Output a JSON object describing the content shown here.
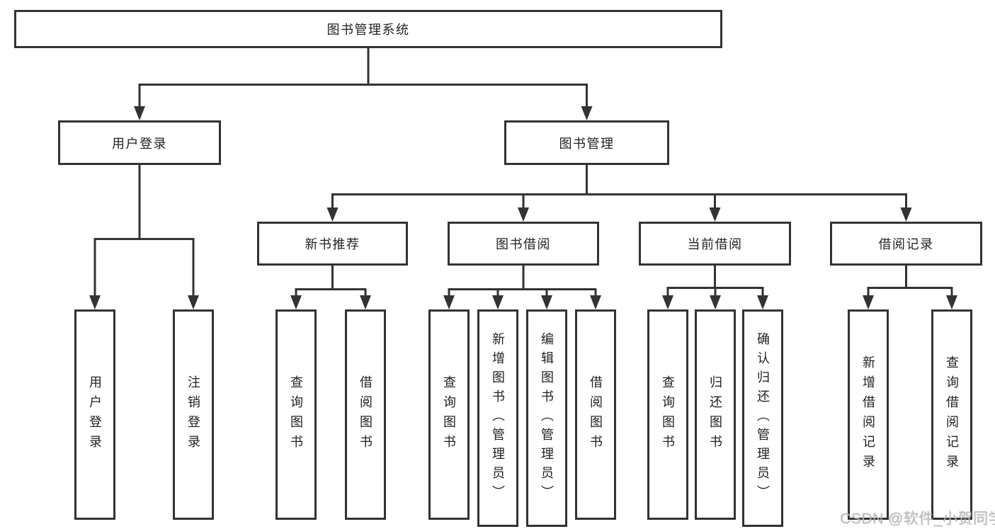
{
  "diagram": {
    "root": {
      "label": "图书管理系统"
    },
    "level2": [
      {
        "label": "用户登录"
      },
      {
        "label": "图书管理"
      }
    ],
    "level3": [
      {
        "label": "新书推荐"
      },
      {
        "label": "图书借阅"
      },
      {
        "label": "当前借阅"
      },
      {
        "label": "借阅记录"
      }
    ],
    "leaves": [
      {
        "label": "用户登录"
      },
      {
        "label": "注销登录"
      },
      {
        "label": "查询图书"
      },
      {
        "label": "借阅图书"
      },
      {
        "label": "查询图书"
      },
      {
        "label": "新增图书（管理员）"
      },
      {
        "label": "编辑图书（管理员）"
      },
      {
        "label": "借阅图书"
      },
      {
        "label": "查询图书"
      },
      {
        "label": "归还图书"
      },
      {
        "label": "确认归还（管理员）"
      },
      {
        "label": "新增借阅记录"
      },
      {
        "label": "查询借阅记录"
      }
    ]
  },
  "watermark": {
    "text": "CSDN @软件_小贺同学"
  },
  "colors": {
    "line": "#333333",
    "text": "#222222",
    "background": "#ffffff",
    "watermark": "#b8b8b8"
  }
}
